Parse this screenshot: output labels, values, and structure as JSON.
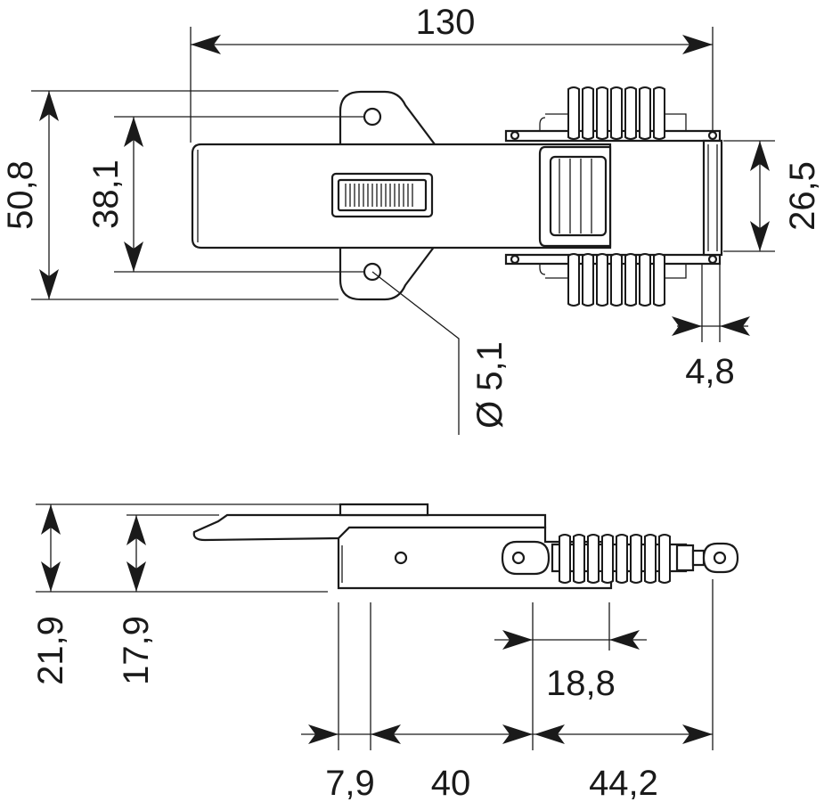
{
  "dimensions": {
    "top_view": {
      "overall_length": "130",
      "overall_height": "50,8",
      "hole_spacing": "38,1",
      "hole_diameter": "Ø 5,1",
      "hook_width": "26,5",
      "hook_thickness": "4,8"
    },
    "side_view": {
      "total_height": "21,9",
      "body_height": "17,9",
      "spring_length": "18,8",
      "offset": "7,9",
      "base_length": "40",
      "extension": "44,2"
    }
  }
}
